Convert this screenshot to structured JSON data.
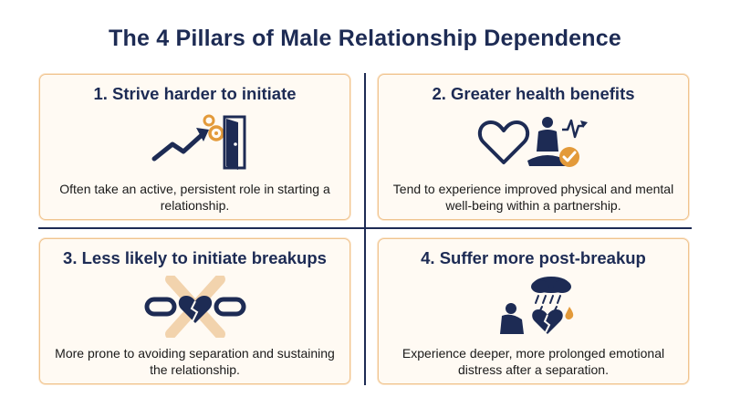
{
  "title": "The 4 Pillars of Male Relationship Dependence",
  "pillars": [
    {
      "heading": "1. Strive harder to initiate",
      "text": "Often take an active, persistent role in starting a relationship.",
      "icon": "upward-arrow-door-gears-icon"
    },
    {
      "heading": "2. Greater health benefits",
      "text": "Tend to experience improved physical and mental well-being within a partnership.",
      "icon": "heart-meditation-check-icon"
    },
    {
      "heading": "3. Less likely to initiate breakups",
      "text": "More prone to avoiding separation and sustaining the relationship.",
      "icon": "chain-broken-heart-cross-icon"
    },
    {
      "heading": "4. Suffer more post-breakup",
      "text": "Experience deeper, more prolonged emotional distress after a separation.",
      "icon": "rain-cloud-sad-person-icon"
    }
  ],
  "colors": {
    "navy": "#1d2b54",
    "orange": "#e39a3a",
    "card_bg": "#fffaf3",
    "card_border": "#f0c48f"
  }
}
